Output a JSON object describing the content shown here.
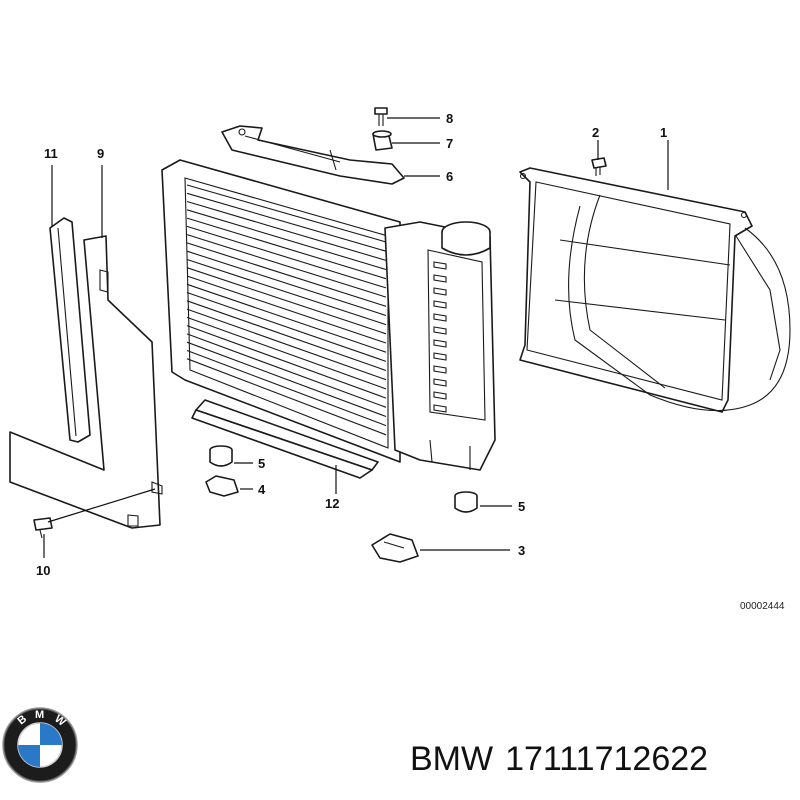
{
  "callouts": [
    {
      "id": "1",
      "label": "1"
    },
    {
      "id": "2",
      "label": "2"
    },
    {
      "id": "3",
      "label": "3"
    },
    {
      "id": "4",
      "label": "4"
    },
    {
      "id": "5a",
      "label": "5"
    },
    {
      "id": "5b",
      "label": "5"
    },
    {
      "id": "6",
      "label": "6"
    },
    {
      "id": "7",
      "label": "7"
    },
    {
      "id": "8",
      "label": "8"
    },
    {
      "id": "9",
      "label": "9"
    },
    {
      "id": "10",
      "label": "10"
    },
    {
      "id": "11",
      "label": "11"
    },
    {
      "id": "12",
      "label": "12"
    }
  ],
  "drawing_ref": "00002444",
  "caption": {
    "brand": "BMW",
    "part_number": "17111712622"
  },
  "logo": {
    "letters": "BMW",
    "colors": {
      "ring": "#1c1c1c",
      "blue": "#2a78c8",
      "white": "#ffffff"
    }
  }
}
